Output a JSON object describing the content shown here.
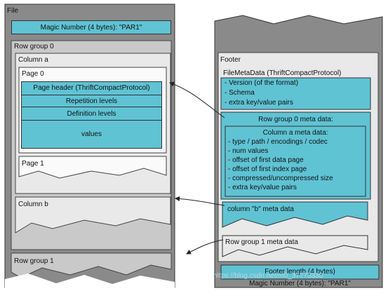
{
  "file": {
    "title": "File",
    "magic_top": "Magic Number (4 bytes): \"PAR1\"",
    "row_group_0": "Row group 0",
    "column_a": "Column a",
    "page_0": "Page 0",
    "page_header": "Page header (ThriftCompactProtocol)",
    "repetition_levels": "Repetition levels",
    "definition_levels": "Definition levels",
    "values": "values",
    "page_1": "Page 1",
    "column_b": "Column b",
    "row_group_1": "Row group 1"
  },
  "footer": {
    "title": "Footer",
    "file_metadata": "FileMetaData (ThriftCompactProtocol)",
    "meta_items": [
      "- Version (of the format)",
      "- Schema",
      "- extra key/value pairs"
    ],
    "rg0_meta": "Row group 0 meta data:",
    "col_a_meta_title": "Column a meta data:",
    "col_a_meta_items": [
      "- type / path / encodings / codec",
      "- num values",
      "- offset of first data page",
      "- offset of first index page",
      "- compressed/uncompressed size",
      "- extra key/value pairs"
    ],
    "col_b_meta": "column \"b\" meta data",
    "rg1_meta": "Row group 1 meta data",
    "footer_length": "Footer length (4 bytes)",
    "magic_bottom": "Magic Number (4 bytes): \"PAR1\""
  },
  "watermark": "https://blog.csdn.net/m0_37773338",
  "colors": {
    "outer_gray": "#8a8a8a",
    "inner_gray": "#c9c9c9",
    "light_gray": "#e9e9e9",
    "cyan": "#5fc3d4"
  }
}
